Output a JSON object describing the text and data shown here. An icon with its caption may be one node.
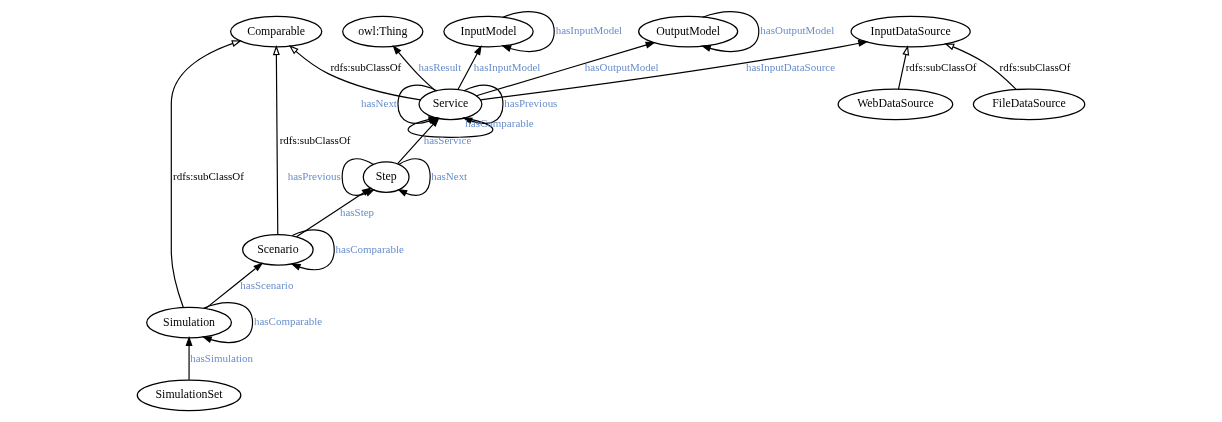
{
  "diagram": {
    "nodes": [
      {
        "text": [
          "owl:Thing"
        ]
      },
      {
        "text": [
          "Comparable"
        ]
      },
      {
        "text": [
          "SimulationSet"
        ]
      },
      {
        "text": [
          "InputDataSource"
        ]
      },
      {
        "text": [
          "WebDataSource"
        ]
      },
      {
        "text": [
          "FileDataSource"
        ]
      },
      {
        "text": [
          "Service"
        ]
      },
      {
        "text": [
          "Simulation"
        ]
      },
      {
        "text": [
          "InputModel"
        ]
      },
      {
        "text": [
          "Scenario"
        ]
      },
      {
        "text": [
          "OutputModel"
        ]
      },
      {
        "text": [
          "Step"
        ]
      }
    ],
    "edges": [
      {
        "from": 6,
        "to": 0,
        "arrow": "to",
        "label": "hasResult"
      },
      {
        "from": 6,
        "to": 1,
        "arrow": "to",
        "label": "rdfs:subClassOf"
      },
      {
        "from": 6,
        "to": 3,
        "arrow": "to",
        "label": "hasInputDataSource"
      },
      {
        "from": 4,
        "to": 3,
        "arrow": "to",
        "label": "rdfs:subClassOf"
      },
      {
        "from": 5,
        "to": 3,
        "arrow": "to",
        "label": "rdfs:subClassOf"
      },
      {
        "from": 6,
        "to": 6,
        "arrow": "to",
        "label": "hasPrevious"
      },
      {
        "from": 6,
        "to": 6,
        "arrow": "to",
        "label": "hasNext"
      },
      {
        "from": 6,
        "to": 6,
        "arrow": "to",
        "label": "hasComparable"
      },
      {
        "from": 9,
        "to": 1,
        "arrow": "to",
        "label": "rdfs:subClassOf"
      },
      {
        "from": 7,
        "to": 1,
        "arrow": "to",
        "label": "rdfs:subClassOf"
      },
      {
        "from": 2,
        "to": 7,
        "arrow": "to",
        "label": "hasSimulation"
      },
      {
        "from": 7,
        "to": 7,
        "arrow": "to",
        "label": "hasComparable"
      },
      {
        "from": 7,
        "to": 9,
        "arrow": "to",
        "label": "hasScenario"
      },
      {
        "from": 6,
        "to": 8,
        "arrow": "to",
        "label": "hasInputModel"
      },
      {
        "from": 8,
        "to": 8,
        "arrow": "to",
        "label": "hasInputModel"
      },
      {
        "from": 6,
        "to": 10,
        "arrow": "to",
        "label": "hasOutputModel"
      },
      {
        "from": 10,
        "to": 10,
        "arrow": "to",
        "label": "hasOutputModel"
      },
      {
        "from": 11,
        "to": 6,
        "arrow": "to",
        "label": "hasService"
      },
      {
        "from": 9,
        "to": 11,
        "arrow": "to",
        "label": "hasStep"
      },
      {
        "from": 9,
        "to": 9,
        "arrow": "to",
        "label": "hasComparable"
      },
      {
        "from": 11,
        "to": 11,
        "arrow": "to",
        "label": "hasNext"
      },
      {
        "from": 11,
        "to": 11,
        "arrow": "to",
        "label": "hasPrevious"
      }
    ]
  }
}
